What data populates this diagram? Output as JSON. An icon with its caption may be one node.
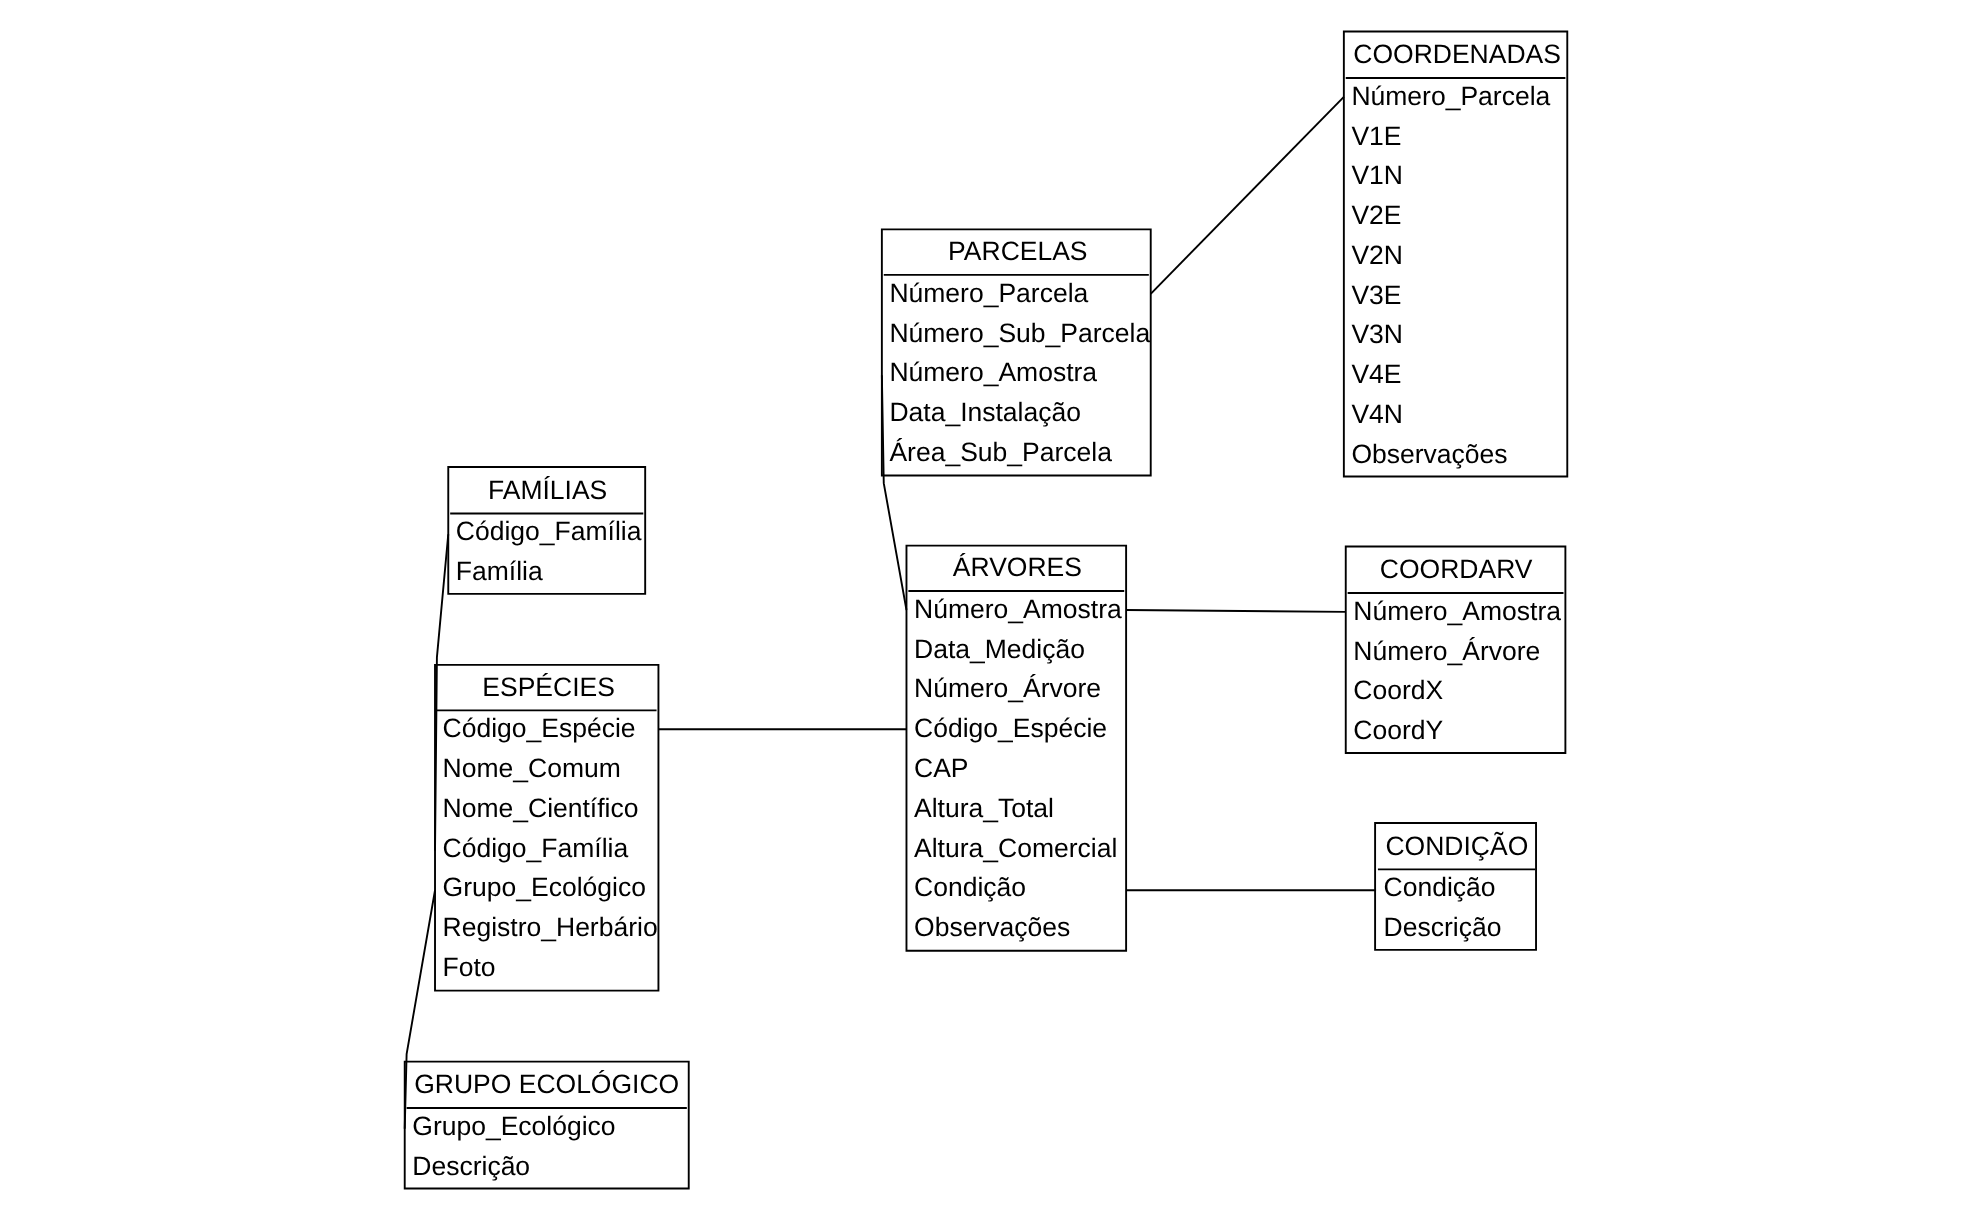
{
  "diagram": {
    "nodes": [
      {
        "text": [
          "FAMÍLIAS",
          "Código_Família",
          "Família"
        ]
      },
      {
        "text": [
          "PARCELAS",
          "Número_Parcela",
          "Número_Sub_Parcela",
          "Número_Amostra",
          "Data_Instalação",
          "Área_Sub_Parcela"
        ]
      },
      {
        "text": [
          "COORDENADAS",
          "Número_Parcela",
          "V1E",
          "V1N",
          "V2E",
          "V2N",
          "V3E",
          "V3N",
          "V4E",
          "V4N",
          "Observações"
        ]
      },
      {
        "text": [
          "ESPÉCIES",
          "Código_Espécie",
          "Nome_Comum",
          "Nome_Científico",
          "Código_Família",
          "Grupo_Ecológico",
          "Registro_Herbário",
          "Foto"
        ]
      },
      {
        "text": [
          "ÁRVORES",
          "Número_Amostra",
          "Data_Medição",
          "Número_Árvore",
          "Código_Espécie",
          "CAP",
          "Altura_Total",
          "Altura_Comercial",
          "Condição",
          "Observações"
        ]
      },
      {
        "text": [
          "COORDARV",
          "Número_Amostra",
          "Número_Árvore",
          "CoordX",
          "CoordY"
        ]
      },
      {
        "text": [
          "GRUPO ECOLÓGICO",
          "Grupo_Ecológico",
          "Descrição"
        ]
      },
      {
        "text": [
          "CONDIÇÃO",
          "Condição",
          "Descrição"
        ]
      }
    ],
    "edges": [
      {
        "from": 0,
        "to": 3,
        "arrow": "none"
      },
      {
        "from": 3,
        "to": 6,
        "arrow": "none"
      },
      {
        "from": 1,
        "to": 2,
        "arrow": "none"
      },
      {
        "from": 1,
        "to": 4,
        "arrow": "none"
      },
      {
        "from": 3,
        "to": 4,
        "arrow": "none"
      },
      {
        "from": 4,
        "to": 5,
        "arrow": "none"
      },
      {
        "from": 4,
        "to": 7,
        "arrow": "none"
      }
    ]
  }
}
